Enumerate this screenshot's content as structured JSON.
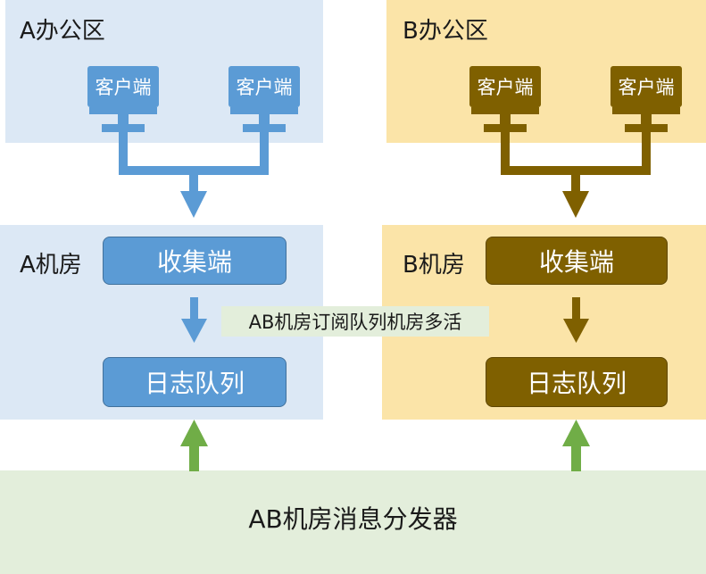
{
  "a_office": {
    "title": "A办公区",
    "client_left": "客户端",
    "client_right": "客户端"
  },
  "b_office": {
    "title": "B办公区",
    "client_left": "客户端",
    "client_right": "客户端"
  },
  "a_room": {
    "title": "A机房",
    "collector": "收集端",
    "log_queue": "日志队列"
  },
  "b_room": {
    "title": "B机房",
    "collector": "收集端",
    "log_queue": "日志队列"
  },
  "subscription_label": "AB机房订阅队列机房多活",
  "dispatcher": {
    "label": "AB机房消息分发器"
  },
  "colors": {
    "blue": "#5b9bd5",
    "brown": "#7f6000",
    "green": "#70ad47",
    "blue_zone": "#dce8f5",
    "yellow_zone": "#fbe4a8",
    "green_zone": "#e3eedb"
  }
}
